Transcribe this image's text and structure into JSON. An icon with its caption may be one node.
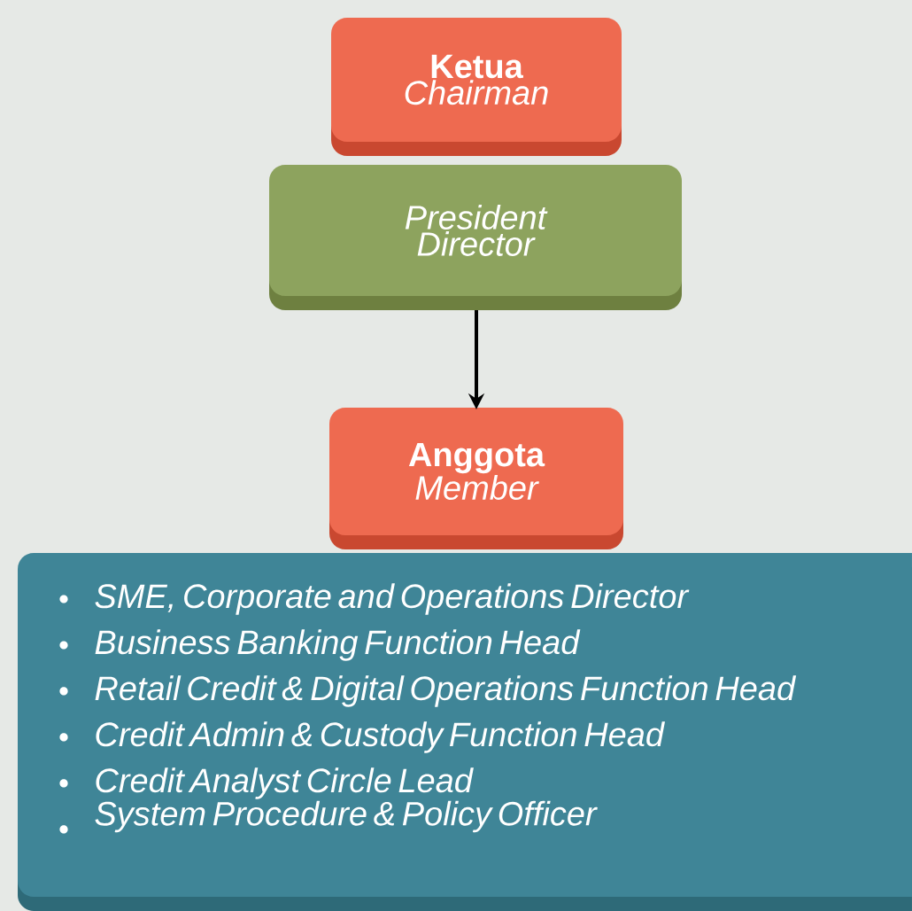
{
  "diagram": {
    "nodes": [
      {
        "text": [
          "Ketua",
          "Chairman"
        ]
      },
      {
        "text": [
          "President Director"
        ]
      },
      {
        "text": [
          "Anggota",
          "Member"
        ]
      },
      {
        "text": [
          "SME, Corporate and Operations Director",
          "Business Banking Function Head",
          "Retail Credit & Digital Operations Function Head",
          "Credit Admin & Custody Function Head",
          "Credit Analyst Circle Lead",
          "System Procedure & Policy Officer"
        ]
      }
    ],
    "edges": [
      {
        "from": 1,
        "to": 2,
        "arrow": "to"
      }
    ]
  }
}
